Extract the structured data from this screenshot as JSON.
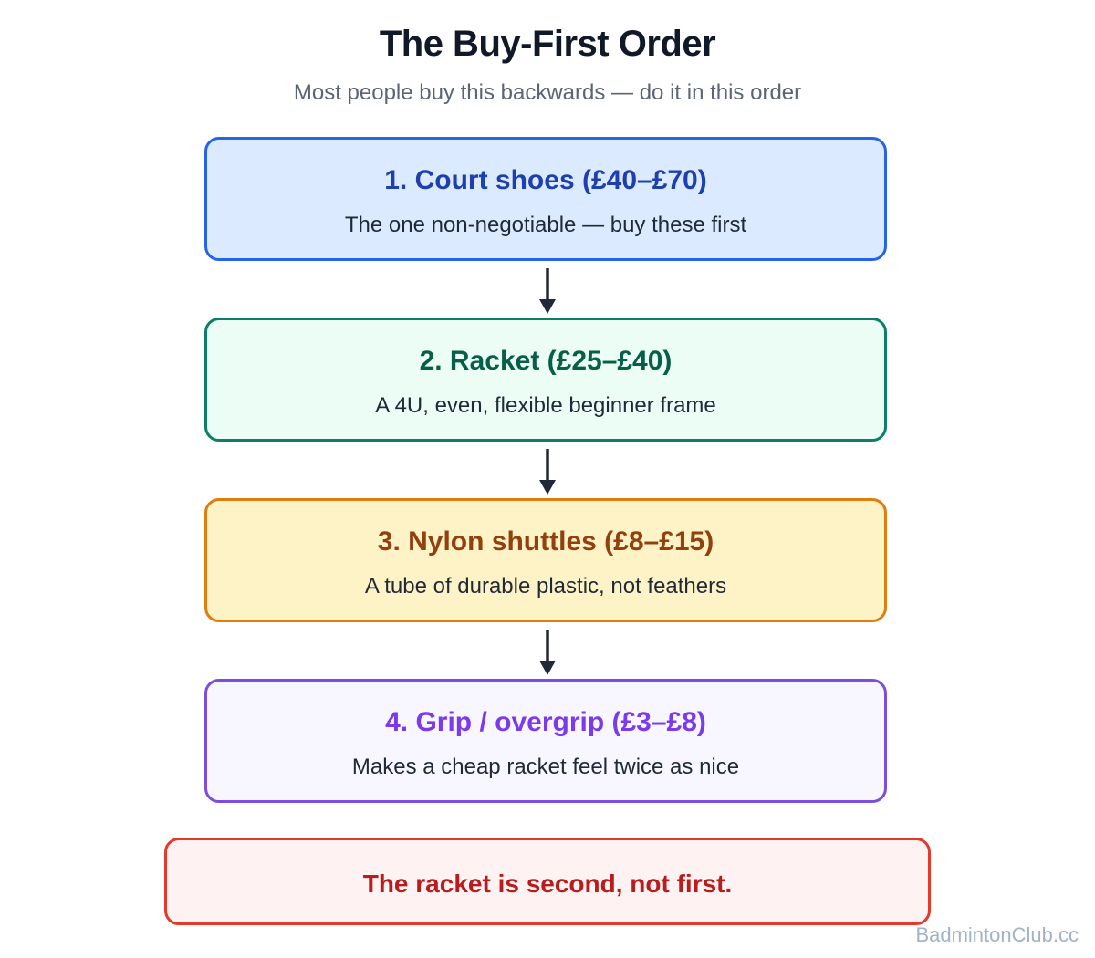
{
  "header": {
    "title": "The Buy-First Order",
    "subtitle": "Most people buy this backwards — do it in this order"
  },
  "steps": [
    {
      "title": "1. Court shoes (£40–£70)",
      "description": "The one non-negotiable — buy these first",
      "color": "#2563eb"
    },
    {
      "title": "2. Racket (£25–£40)",
      "description": "A 4U, even, flexible beginner frame",
      "color": "#0f7e68"
    },
    {
      "title": "3. Nylon shuttles (£8–£15)",
      "description": "A tube of durable plastic, not feathers",
      "color": "#e17d0e"
    },
    {
      "title": "4. Grip / overgrip (£3–£8)",
      "description": "Makes a cheap racket feel twice as nice",
      "color": "#7c4ddf"
    }
  ],
  "callout": {
    "text": "The racket is second, not first.",
    "color": "#e5392b"
  },
  "watermark": "BadmintonClub.cc",
  "icons": {
    "connector": "arrow-down-icon"
  }
}
